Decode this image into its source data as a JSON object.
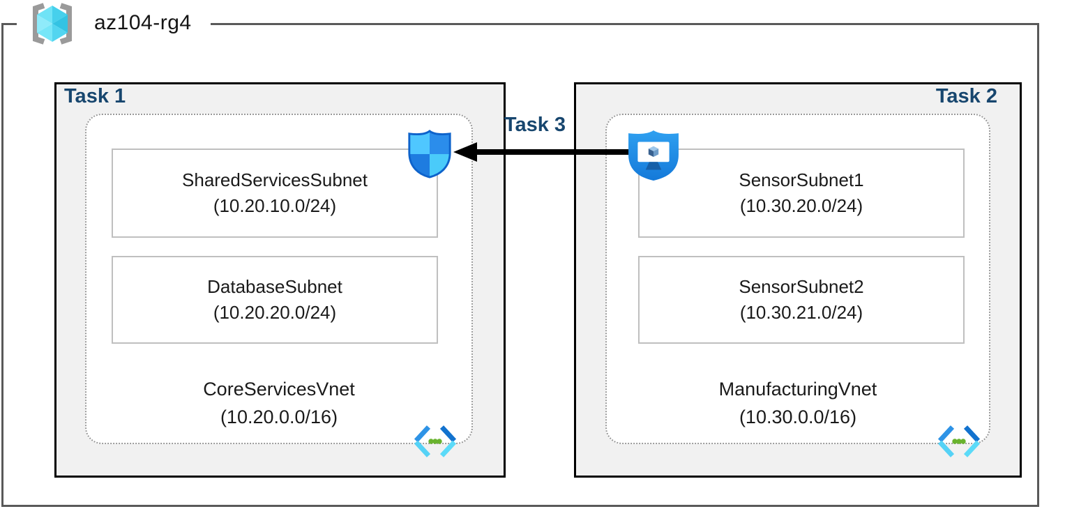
{
  "resource_group": {
    "name": "az104-rg4"
  },
  "tasks": {
    "task1_label": "Task 1",
    "task2_label": "Task 2",
    "task3_label": "Task 3"
  },
  "vnets": [
    {
      "name": "CoreServicesVnet",
      "cidr": "(10.20.0.0/16)",
      "subnets": [
        {
          "name": "SharedServicesSubnet",
          "cidr": "(10.20.10.0/24)"
        },
        {
          "name": "DatabaseSubnet",
          "cidr": "(10.20.20.0/24)"
        }
      ]
    },
    {
      "name": "ManufacturingVnet",
      "cidr": "(10.30.0.0/16)",
      "subnets": [
        {
          "name": "SensorSubnet1",
          "cidr": "(10.30.20.0/24)"
        },
        {
          "name": "SensorSubnet2",
          "cidr": "(10.30.21.0/24)"
        }
      ]
    }
  ],
  "icons": {
    "resource_group_icon": "azure-resource-group-cube-in-brackets",
    "vnet_icon": "azure-virtual-network-chevrons-with-dots",
    "defender_shield_icon": "network-security-quadrant-shield",
    "bastion_shield_icon": "shield-with-monitor",
    "arrow": "black-arrow-right-to-left"
  },
  "colors": {
    "task_label": "#17466E",
    "task_box_fill": "#F1F1F1",
    "task_box_border": "#000000",
    "outer_border": "#595959",
    "dotted_border": "#999999",
    "subnet_border": "#BFBFBF",
    "arrow": "#000000",
    "vnet_icon_green": "#69B32E",
    "shield_blue": "#1E8BE4"
  }
}
